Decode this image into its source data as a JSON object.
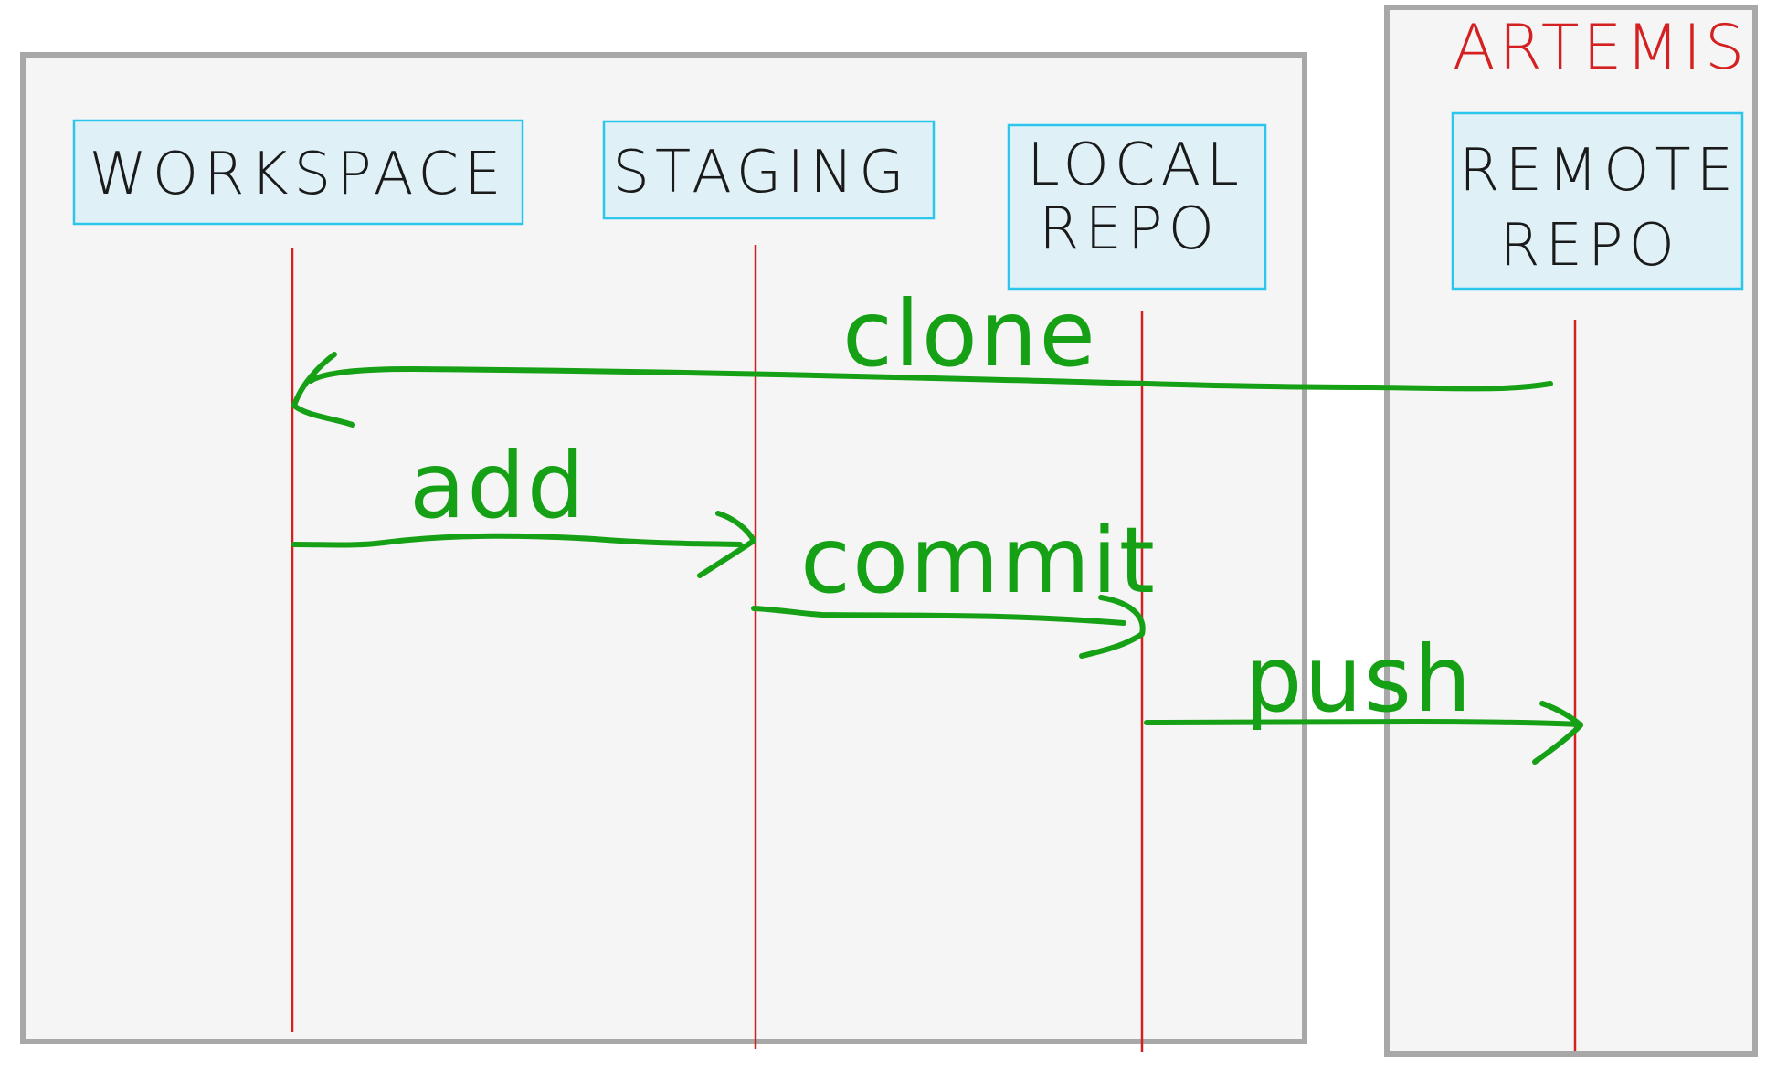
{
  "diagram": {
    "group_label": "ARTEMIS",
    "lanes": [
      {
        "id": "workspace",
        "lines": [
          "WORKSPACE"
        ]
      },
      {
        "id": "staging",
        "lines": [
          "STAGING"
        ]
      },
      {
        "id": "local-repo",
        "lines": [
          "LOCAL",
          "REPO"
        ]
      },
      {
        "id": "remote-repo",
        "lines": [
          "REMOTE",
          "REPO"
        ]
      }
    ],
    "arrows": [
      {
        "label": "clone",
        "from": "remote-repo",
        "to": "workspace"
      },
      {
        "label": "add",
        "from": "workspace",
        "to": "staging"
      },
      {
        "label": "commit",
        "from": "staging",
        "to": "local-repo"
      },
      {
        "label": "push",
        "from": "local-repo",
        "to": "remote-repo"
      }
    ],
    "colors": {
      "frame": "#a8a8a8",
      "frame_fill": "#f5f5f5",
      "box_fill": "#dff1f6",
      "box_border": "#2cc6ec",
      "lifeline": "#d42020",
      "arrow": "#15a015",
      "text": "#1a1a1a"
    }
  }
}
